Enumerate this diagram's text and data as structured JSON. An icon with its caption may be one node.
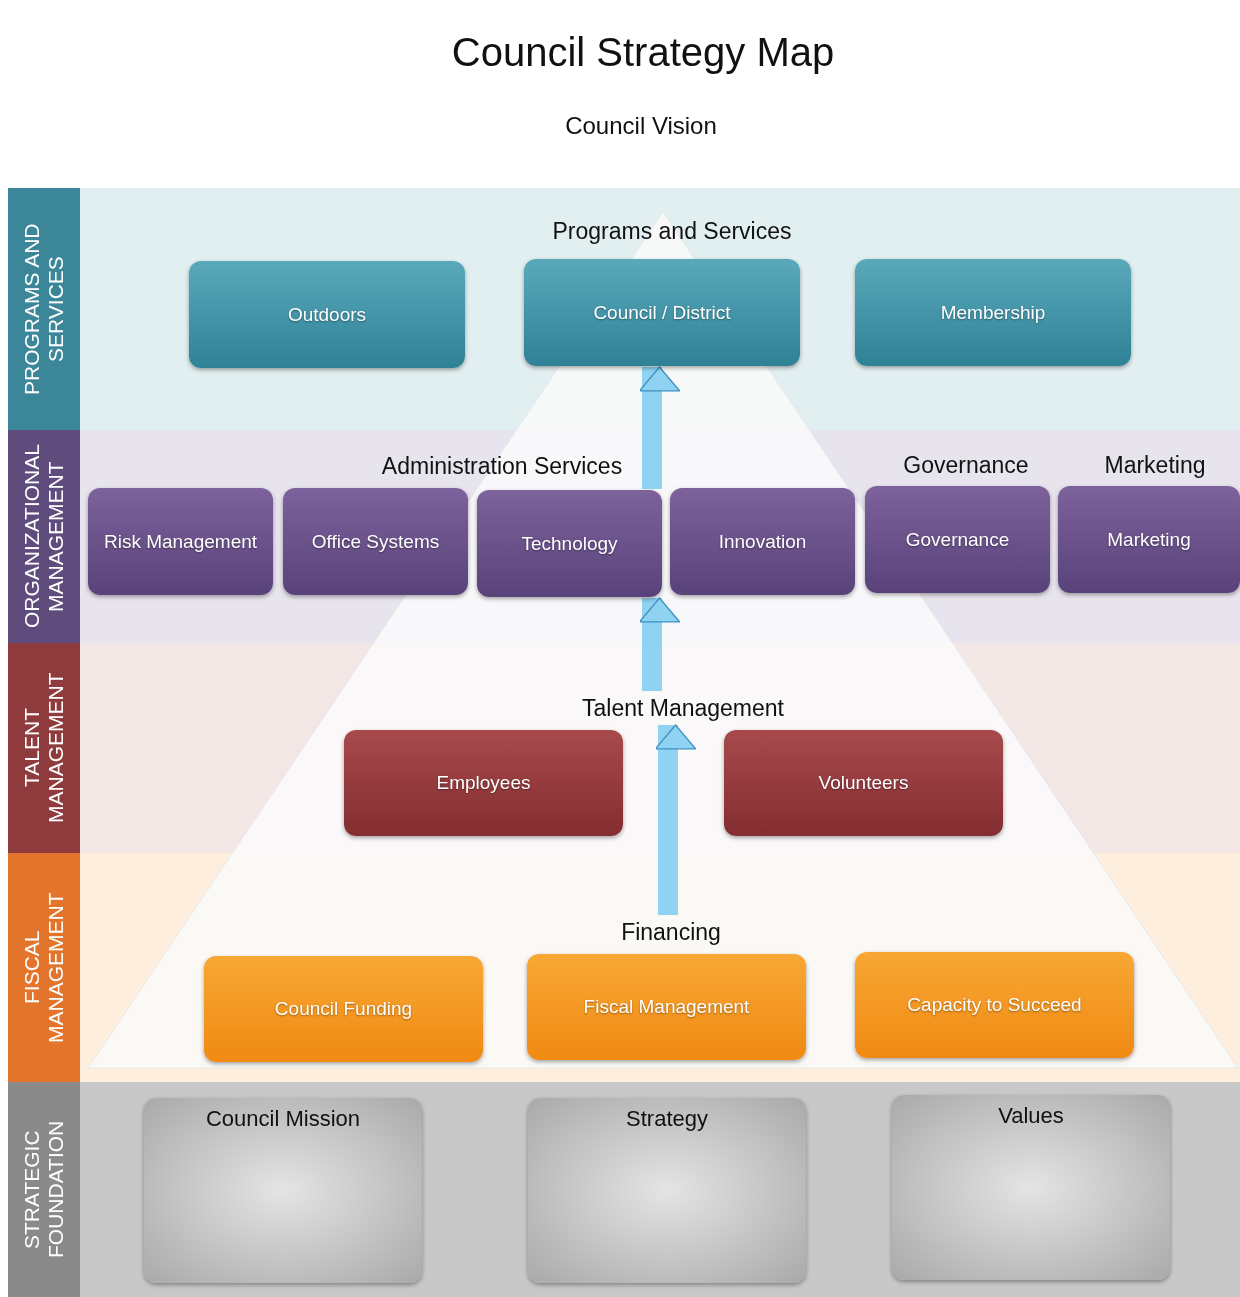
{
  "diagram": {
    "title": "Council Strategy Map",
    "nodes": [
      {
        "text": [
          "PROGRAMS AND SERVICES"
        ]
      },
      {
        "text": [
          "Programs and Services"
        ],
        "in": 0
      },
      {
        "text": [
          "Outdoors"
        ],
        "in": 0
      },
      {
        "text": [
          "Council / District"
        ],
        "in": 0
      },
      {
        "text": [
          "Membership"
        ],
        "in": 0
      },
      {
        "text": [
          "ORGANIZATIONAL MANAGEMENT"
        ]
      },
      {
        "text": [
          "Administration Services"
        ],
        "in": 5
      },
      {
        "text": [
          "Governance"
        ],
        "in": 5
      },
      {
        "text": [
          "Marketing"
        ],
        "in": 5
      },
      {
        "text": [
          "Risk Management"
        ],
        "in": 5
      },
      {
        "text": [
          "Office Systems"
        ],
        "in": 5
      },
      {
        "text": [
          "Technology"
        ],
        "in": 5
      },
      {
        "text": [
          "Innovation"
        ],
        "in": 5
      },
      {
        "text": [
          "Governance"
        ],
        "in": 5
      },
      {
        "text": [
          "Marketing"
        ],
        "in": 5
      },
      {
        "text": [
          "TALENT MANAGEMENT"
        ]
      },
      {
        "text": [
          "Talent Management"
        ],
        "in": 15
      },
      {
        "text": [
          "Employees"
        ],
        "in": 15
      },
      {
        "text": [
          "Volunteers"
        ],
        "in": 15
      },
      {
        "text": [
          "FISCAL MANAGEMENT"
        ]
      },
      {
        "text": [
          "Financing"
        ],
        "in": 19
      },
      {
        "text": [
          "Council Funding"
        ],
        "in": 19
      },
      {
        "text": [
          "Fiscal Management"
        ],
        "in": 19
      },
      {
        "text": [
          "Capacity to Succeed"
        ],
        "in": 19
      },
      {
        "text": [
          "STRATEGIC FOUNDATION"
        ]
      },
      {
        "text": [
          "Council Mission"
        ],
        "in": 24
      },
      {
        "text": [
          "Strategy"
        ],
        "in": 24
      },
      {
        "text": [
          "Values"
        ],
        "in": 24
      }
    ],
    "edges": [
      {
        "from": 11,
        "to": 3,
        "arrow": "to"
      },
      {
        "from": 16,
        "to": 11,
        "arrow": "to"
      },
      {
        "from": 20,
        "to": 16,
        "arrow": "to"
      }
    ],
    "labels": [
      "Council Vision"
    ]
  }
}
